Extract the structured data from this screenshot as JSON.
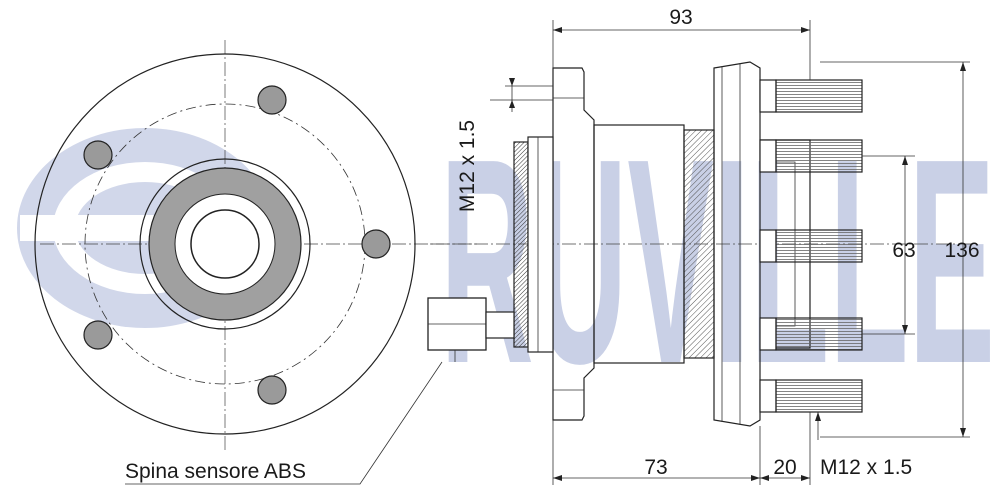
{
  "watermark": {
    "text": "RUVILLE",
    "color": "#c9d0e6"
  },
  "dimensions": {
    "overall_length": "93",
    "hub_length": "73",
    "stud_length": "20",
    "bolt_circle": "63",
    "flange_diameter": "136",
    "thread_left": "M12 x 1.5",
    "thread_bottom": "M12 x 1.5"
  },
  "labels": {
    "abs_connector": "Spina sensore ABS"
  },
  "colors": {
    "line": "#222222",
    "hatch": "#555555",
    "bolt_fill": "#9a9a9a",
    "bearing_fill": "#a0a0a0"
  }
}
